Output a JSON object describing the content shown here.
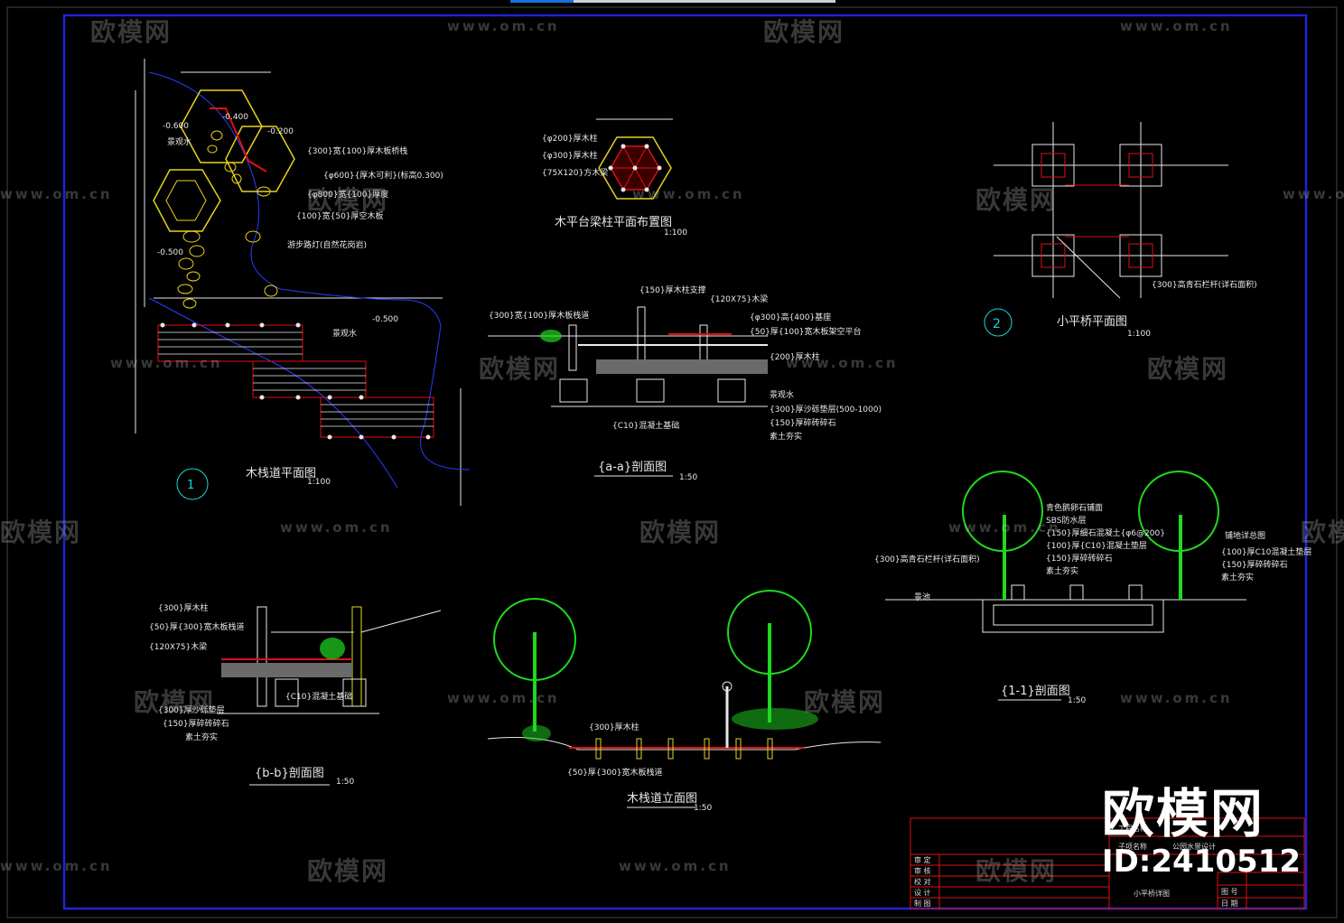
{
  "watermarks": {
    "brand": "欧模网",
    "url": "www.om.cn"
  },
  "brand_overlay": {
    "name": "欧模网",
    "id": "ID:2410512"
  },
  "drawings": {
    "plan1": {
      "title": "木栈道平面图",
      "scale": "1:100",
      "num": "1",
      "notes": [
        "{300}宽{100}厚木板桥栈",
        "{φ600}{厚木可利}(标高0.300)",
        "{φ800}宽{100}厚度",
        "{100}宽{50}厚空木板",
        "游步路灯(自然花岗岩)"
      ],
      "water": "景观水",
      "water2": "景观水",
      "elev": [
        "-0.600",
        "-0.500",
        "-0.200",
        "-0.400",
        "-0.500"
      ]
    },
    "pavilion": {
      "title": "木平台梁柱平面布置图",
      "scale": "1:100",
      "notes": [
        "{φ200}厚木柱",
        "{φ300}厚木柱",
        "{75X120}方木梁"
      ]
    },
    "bridge_plan": {
      "title": "小平桥平面图",
      "scale": "1:100",
      "num": "2",
      "note": "{300}高青石栏杆(详石面积)"
    },
    "section_aa": {
      "title": "{a-a}剖面图",
      "scale": "1:50",
      "notes_left": [
        "{300}宽{100}厚木板栈道",
        "{C10}混凝土基础"
      ],
      "notes_right": [
        "{150}厚木柱支撑",
        "{120X75}木梁",
        "{φ300}高{400}基座",
        "{50}厚{100}宽木板架空平台",
        "{200}厚木柱",
        "景观水",
        "{300}厚沙砾垫层(500-1000)",
        "{150}厚碎砖碎石",
        "素土夯实"
      ]
    },
    "section_bb": {
      "title": "{b-b}剖面图",
      "scale": "1:50",
      "notes": [
        "{300}厚木柱",
        "{50}厚{300}宽木板栈道",
        "{120X75}木梁",
        "{300}厚沙砾垫层",
        "{150}厚碎砖碎石",
        "素土夯实",
        "{C10}混凝土基础"
      ]
    },
    "elevation": {
      "title": "木栈道立面图",
      "scale": "1:50",
      "notes": [
        "{300}厚木柱",
        "{50}厚{300}宽木板栈道"
      ]
    },
    "section_11": {
      "title": "{1-1}剖面图",
      "scale": "1:50",
      "notes": [
        "青色鹅卵石铺面",
        "SBS防水层",
        "{150}厚细石混凝土{φ6@200}",
        "{100}厚{C10}混凝土垫层",
        "{150}厚碎砖碎石",
        "素土夯实",
        "{300}高青石栏杆(详石面积)",
        "铺地详总图",
        "{100}厚C10混凝土垫层",
        "{150}厚碎砖碎石",
        "素土夯实"
      ],
      "water": "景池"
    }
  },
  "title_block": {
    "project_label": "工程名称",
    "sub_label": "子项名称",
    "sub_value": "公园水景设计",
    "drawing_name": "小平桥详图",
    "rows": [
      "审 定",
      "审 核",
      "校 对",
      "设 计",
      "制 图"
    ],
    "right_rows": [
      "图 号",
      "日 期"
    ]
  },
  "colors": {
    "frame": "#1f24d8",
    "green": "#1fd81f",
    "red": "#e01010",
    "yellow": "#e8d31a",
    "cyan": "#17d8d8",
    "blue": "#2b3bff",
    "white": "#e8e8e8"
  }
}
